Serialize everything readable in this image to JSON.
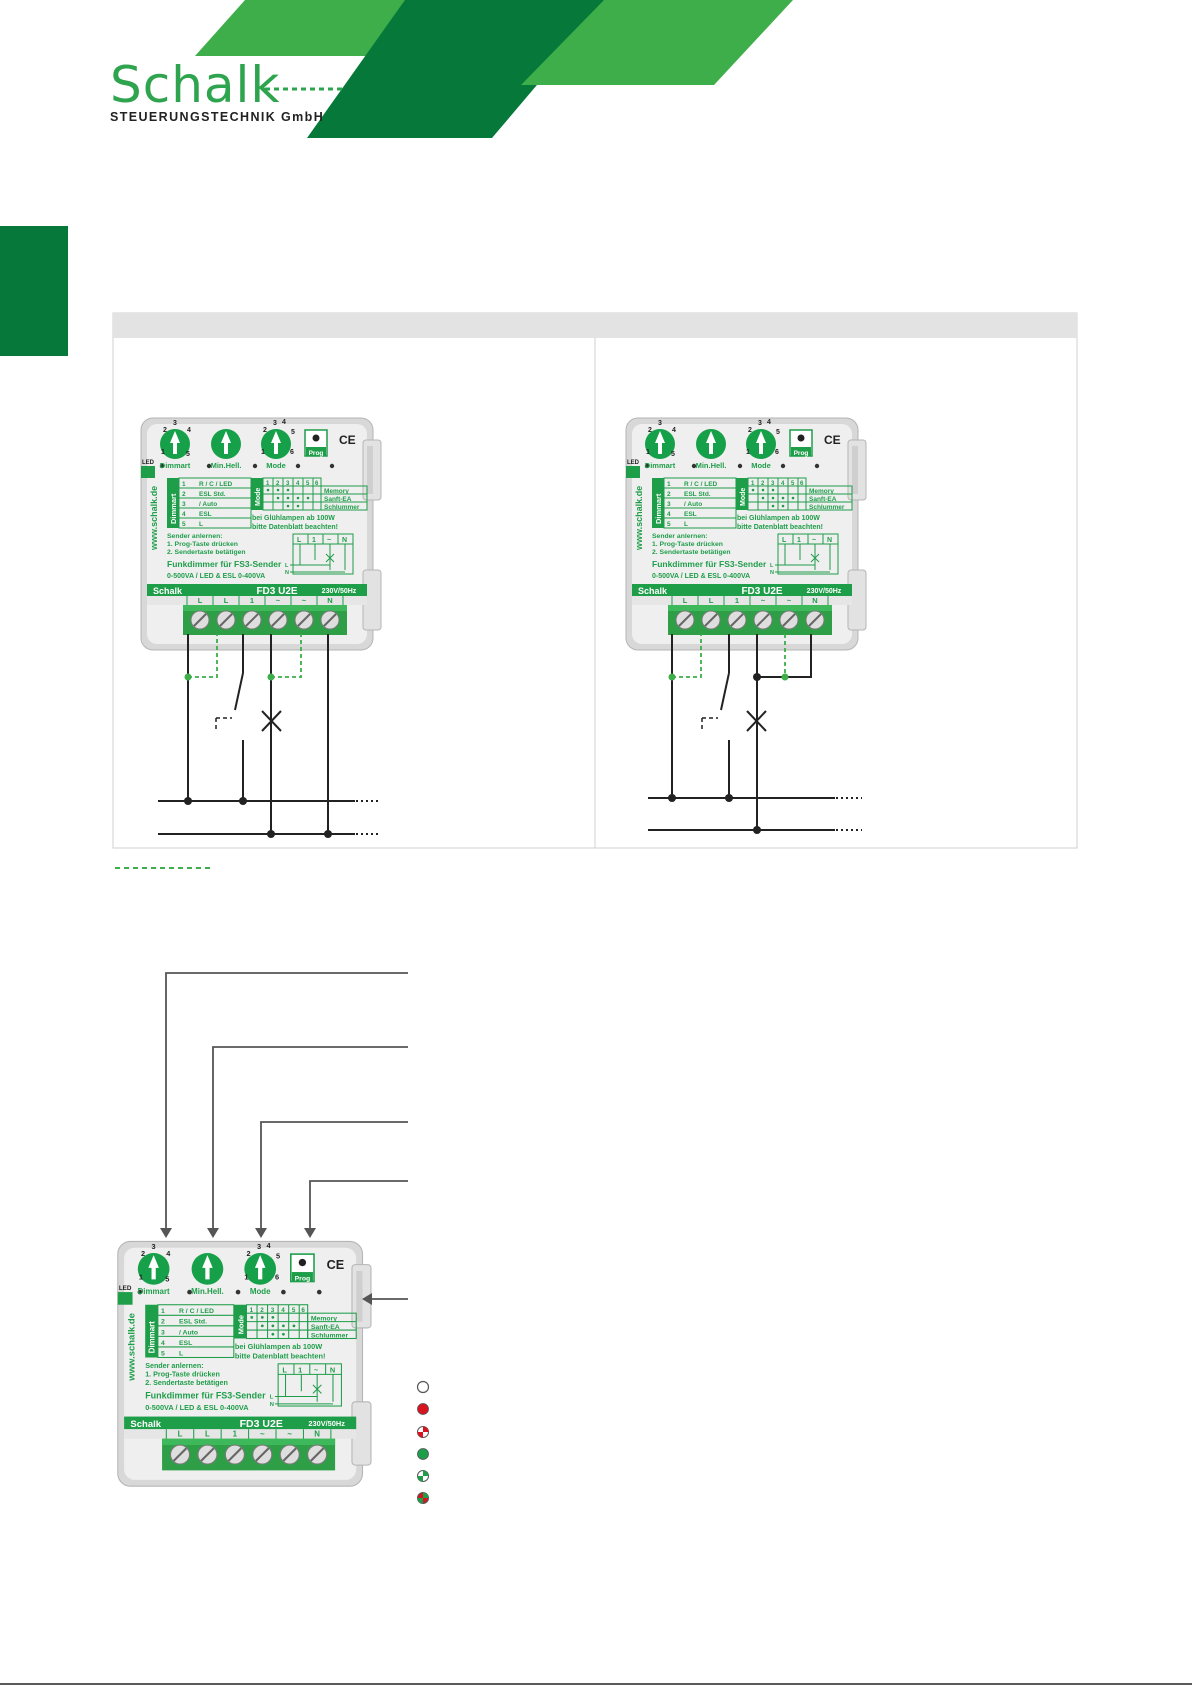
{
  "brand": {
    "logo_word": "Schalk",
    "logo_subtitle": "STEUERUNGSTECHNIK GmbH",
    "colors": {
      "green_dark": "#05783a",
      "green_light": "#3dae49",
      "green_text": "#1f9e4a",
      "gray_band": "#e3e3e3"
    }
  },
  "device": {
    "dial_labels": [
      "Dimmart",
      "Min.Hell.",
      "Mode"
    ],
    "dimmart_dial_numbers": [
      "2",
      "3",
      "4",
      "1",
      "5"
    ],
    "mode_dial_numbers": [
      "2",
      "3",
      "4",
      "5",
      "1",
      "6"
    ],
    "prog_label": "Prog",
    "ce_mark": "CE",
    "led_label": "LED",
    "website": "www.schalk.de",
    "dimmart_table_title": "Dimmart",
    "dimmart_rows": [
      {
        "num": "1",
        "text": "R / C / LED"
      },
      {
        "num": "2",
        "text": "ESL Std."
      },
      {
        "num": "3",
        "text": "/ Auto"
      },
      {
        "num": "4",
        "text": "ESL"
      },
      {
        "num": "5",
        "text": "L"
      }
    ],
    "mode_table_title": "Mode",
    "mode_columns": [
      "1",
      "2",
      "3",
      "4",
      "5",
      "6"
    ],
    "mode_rows": [
      "Memory",
      "Sanft-EA",
      "Schlummer"
    ],
    "lamp_note_line1": "bei Glühlampen ab 100W",
    "lamp_note_line2": "bitte Datenblatt beachten!",
    "sender_title": "Sender anlernen:",
    "sender_step1": "1. Prog-Taste drücken",
    "sender_step2": "2. Sendertaste betätigen",
    "product_title": "Funkdimmer für FS3-Sender",
    "load_rating": "0-500VA / LED & ESL 0-400VA",
    "mini_terminals": [
      "L",
      "1",
      "~",
      "N"
    ],
    "mini_side_labels": [
      "L",
      "N"
    ],
    "strip_brand": "Schalk",
    "model": "FD3 U2E",
    "voltage": "230V/50Hz",
    "terminal_labels": [
      "L",
      "L",
      "1",
      "~",
      "~",
      "N"
    ]
  },
  "status_legend_icons": [
    "led-off-icon",
    "led-red-icon",
    "led-red-blink-icon",
    "led-green-icon",
    "led-green-blink-icon",
    "led-red-green-icon"
  ]
}
